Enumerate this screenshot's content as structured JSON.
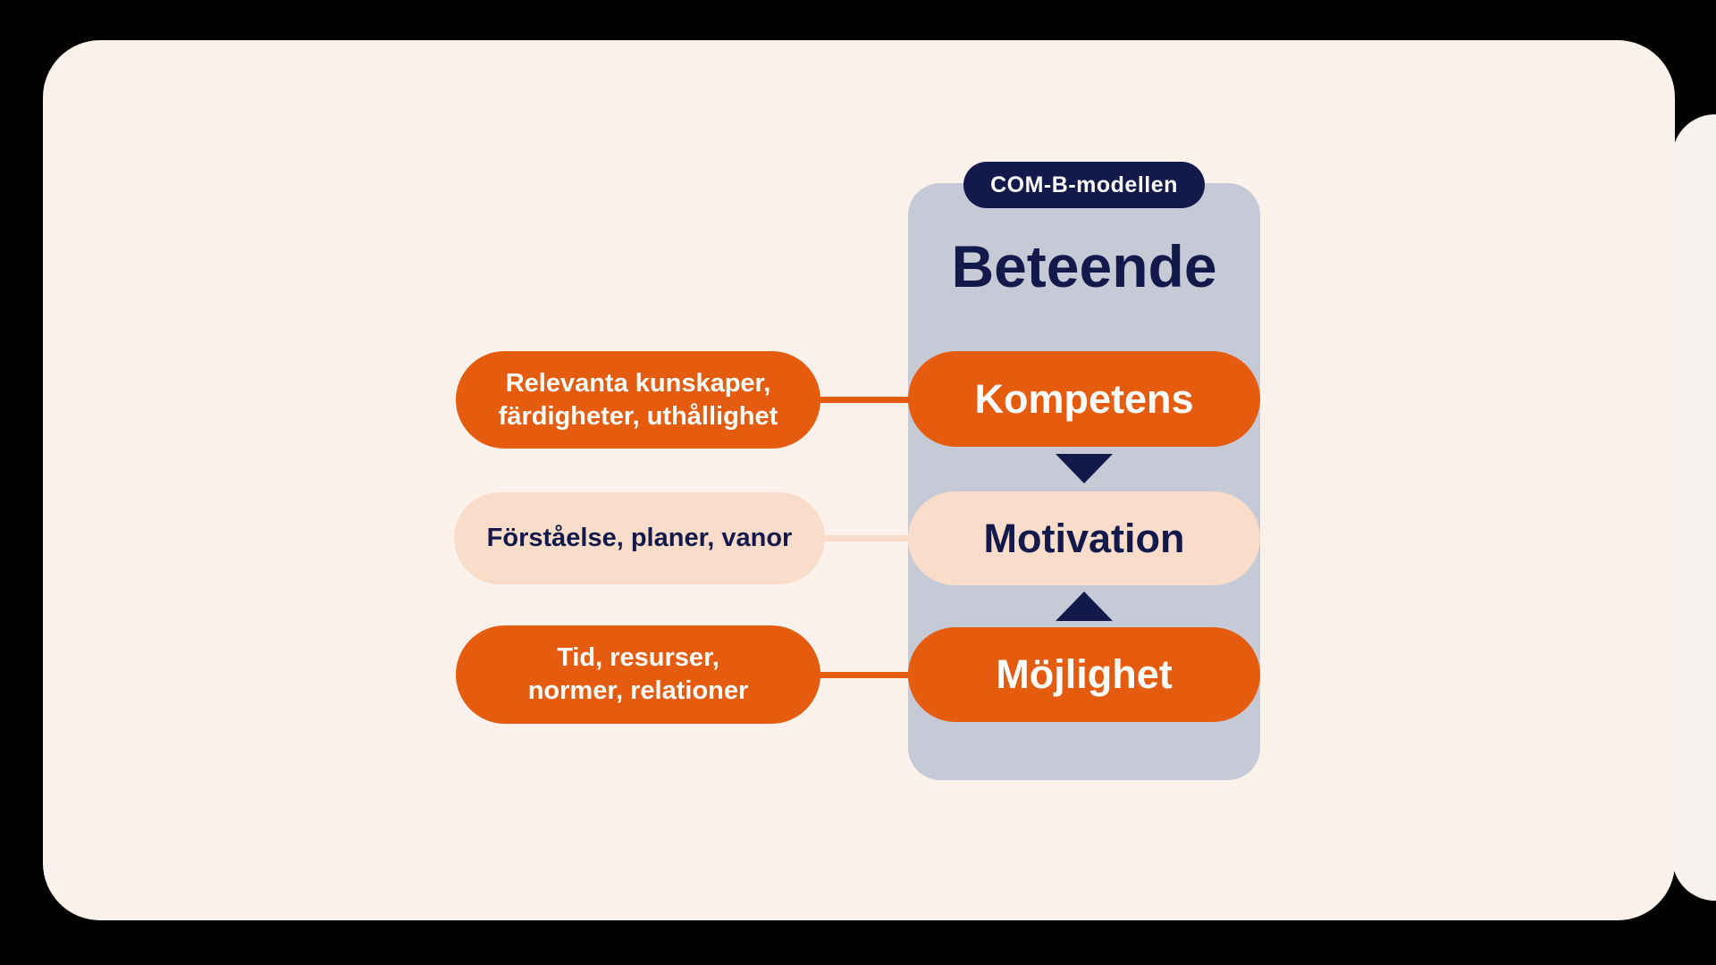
{
  "colors": {
    "background": "#000000",
    "card": "#FCF1EB",
    "peek": "#F7F4F0",
    "panel": "#C6CAD7",
    "orange": "#E65C0E",
    "peach": "#F9DCC9",
    "navy": "#14194C",
    "white": "#FFFFFF"
  },
  "badge": {
    "label": "COM-B-modellen"
  },
  "panel": {
    "title": "Beteende",
    "components": [
      {
        "label": "Kompetens",
        "style": "orange"
      },
      {
        "label": "Motivation",
        "style": "peach"
      },
      {
        "label": "Möjlighet",
        "style": "orange"
      }
    ]
  },
  "factors": [
    {
      "lines": [
        "Relevanta kunskaper,",
        "färdigheter, uthållighet"
      ],
      "style": "orange",
      "links_to": "Kompetens"
    },
    {
      "lines": [
        "Förståelse, planer, vanor"
      ],
      "style": "peach",
      "links_to": "Motivation"
    },
    {
      "lines": [
        "Tid, resurser,",
        "normer, relationer"
      ],
      "style": "orange",
      "links_to": "Möjlighet"
    }
  ],
  "arrows": [
    {
      "direction": "down",
      "from": "Kompetens",
      "to": "Motivation"
    },
    {
      "direction": "up",
      "from": "Möjlighet",
      "to": "Motivation"
    }
  ]
}
